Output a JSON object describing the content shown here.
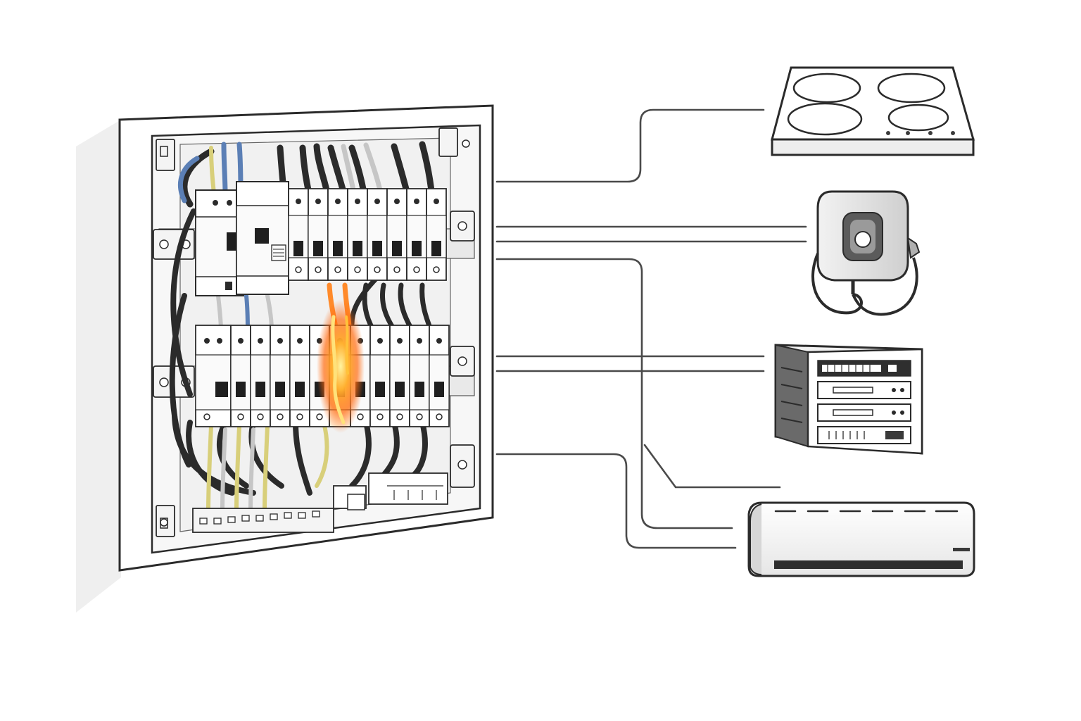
{
  "diagram": {
    "panel": {
      "top_row_breakers": 8,
      "bottom_row_breakers": 11,
      "overheating_indicator": true
    },
    "appliances": [
      {
        "id": "cooktop",
        "icon": "induction-cooktop-icon"
      },
      {
        "id": "ev-charger",
        "icon": "ev-charger-icon"
      },
      {
        "id": "server-rack",
        "icon": "server-rack-icon"
      },
      {
        "id": "air-conditioner",
        "icon": "air-conditioner-icon"
      }
    ],
    "colors": {
      "outline": "#2b2b2b",
      "wire_black": "#3a3a3a",
      "wire_blue": "#5b7fb5",
      "wire_yellow": "#d8cf7a",
      "wire_grey": "#b9b9b9",
      "hotspot": "#ff7a1a",
      "line": "#4a4a4a"
    }
  }
}
